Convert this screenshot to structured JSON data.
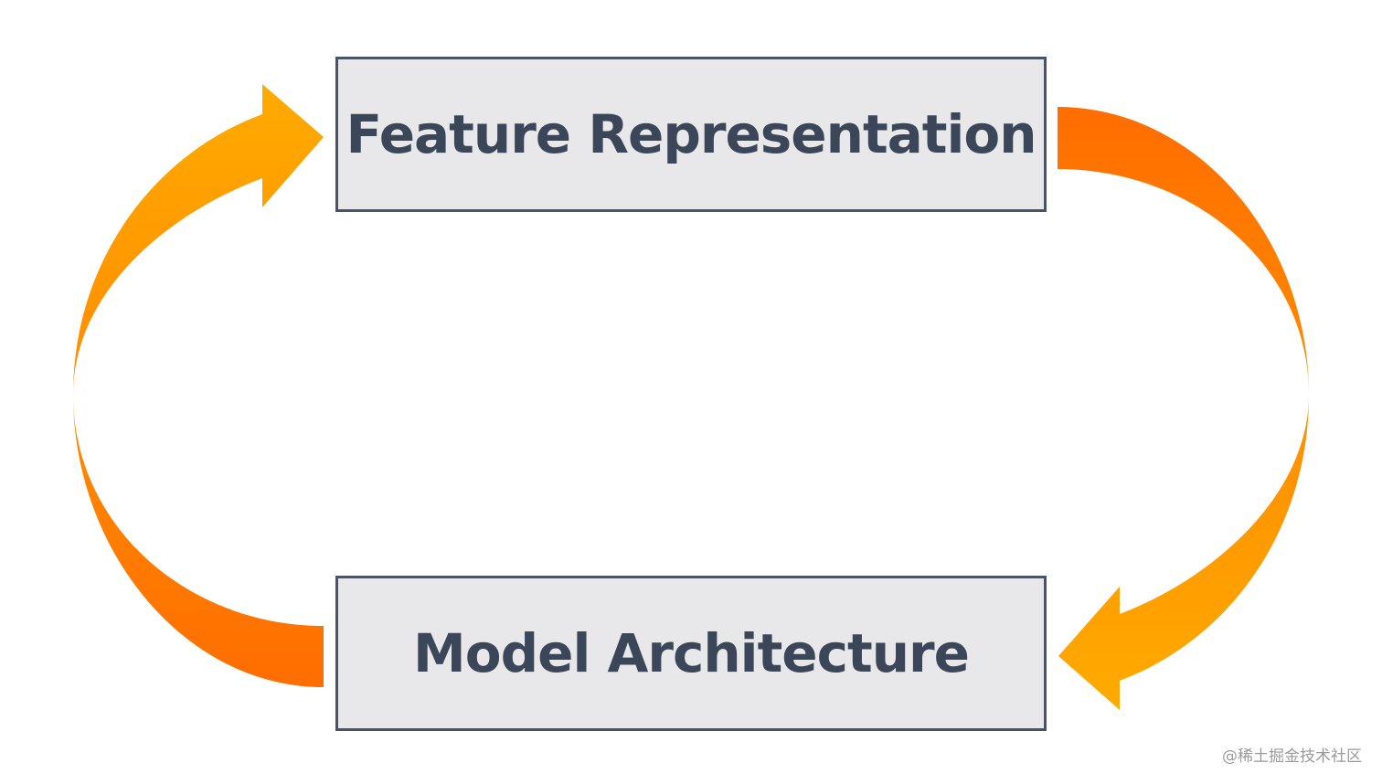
{
  "diagram": {
    "nodes": [
      {
        "id": "feature",
        "label": "Feature Representation"
      },
      {
        "id": "model",
        "label": "Model Architecture"
      }
    ],
    "edges": [
      {
        "from": "feature",
        "to": "model",
        "side": "right"
      },
      {
        "from": "model",
        "to": "feature",
        "side": "left"
      }
    ],
    "colors": {
      "arrow_light": "#ffab00",
      "arrow_dark": "#ff6d00",
      "box_fill": "#e8e8ea",
      "box_border": "#4a5468",
      "label_text": "#3c4659"
    }
  },
  "watermark": "@稀土掘金技术社区"
}
